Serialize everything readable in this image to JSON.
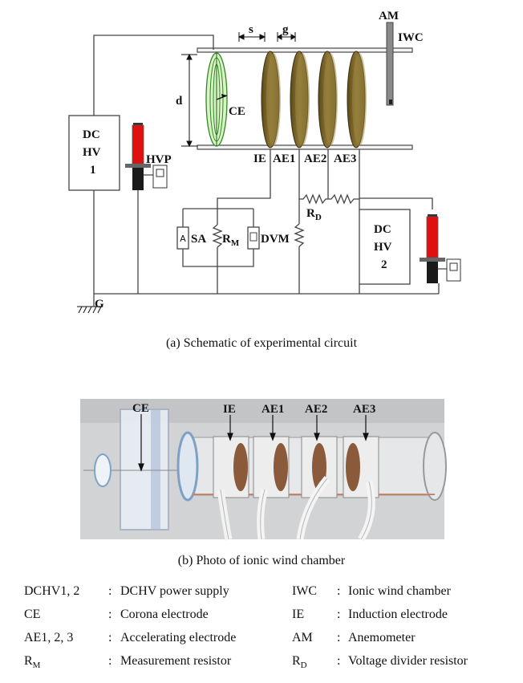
{
  "schematic": {
    "labels": {
      "am": "AM",
      "iwc": "IWC",
      "s": "s",
      "g": "g",
      "d": "d",
      "ce": "CE",
      "dchv1_l1": "DC",
      "dchv1_l2": "HV",
      "dchv1_l3": "1",
      "hvp": "HVP",
      "ie": "IE",
      "ae1": "AE1",
      "ae2": "AE2",
      "ae3": "AE3",
      "rd_main": "R",
      "rd_sub": "D",
      "sa": "SA",
      "rm_main": "R",
      "rm_sub": "M",
      "dvm": "DVM",
      "dchv2_l1": "DC",
      "dchv2_l2": "HV",
      "dchv2_l3": "2",
      "g_ground": "G"
    },
    "caption": "(a)  Schematic  of  experimental  circuit"
  },
  "photo": {
    "labels": {
      "ce": "CE",
      "ie": "IE",
      "ae1": "AE1",
      "ae2": "AE2",
      "ae3": "AE3"
    },
    "caption": "(b)  Photo  of  ionic  wind  chamber"
  },
  "legend": [
    {
      "abbr": "DCHV1, 2",
      "desc": "DCHV power supply",
      "abbr2": "IWC",
      "desc2": "Ionic wind chamber"
    },
    {
      "abbr": "CE",
      "desc": "Corona electrode",
      "abbr2": "IE",
      "desc2": "Induction electrode"
    },
    {
      "abbr": "AE1, 2, 3",
      "desc": "Accelerating electrode",
      "abbr2": "AM",
      "desc2": "Anemometer"
    },
    {
      "abbr_main": "R",
      "abbr_sub": "M",
      "desc": "Measurement resistor",
      "abbr2_main": "R",
      "abbr2_sub": "D",
      "desc2": "Voltage divider resistor"
    }
  ],
  "separator": ":"
}
